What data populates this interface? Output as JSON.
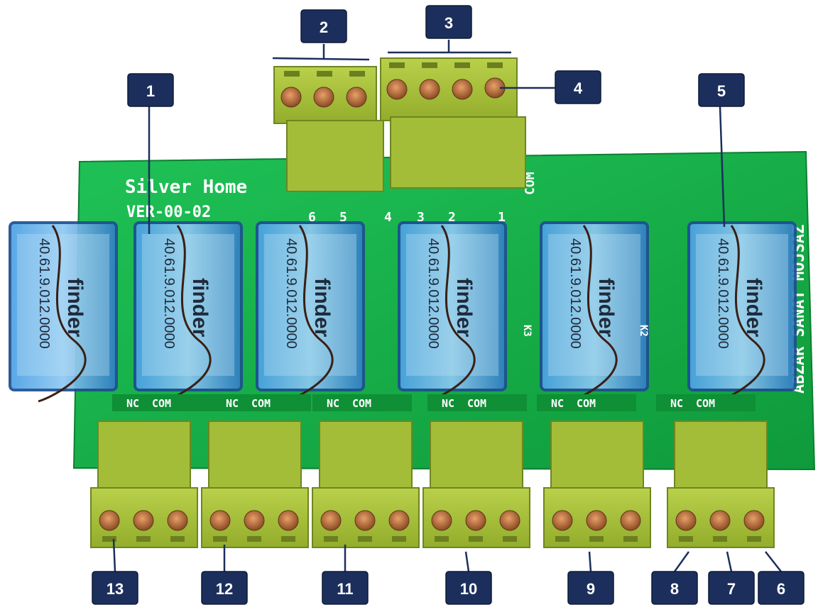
{
  "board": {
    "brand_text": "Silver Home",
    "model_text": "VER-00-02",
    "side_text": "ABZAR SANAT MOJSAZ",
    "com_text": "COM",
    "top_pin_numbers": [
      "6",
      "5",
      "4",
      "3",
      "2",
      "1"
    ],
    "relay_contact_labels": [
      "NC",
      "COM"
    ],
    "relay_designators": [
      "K3",
      "K2"
    ]
  },
  "relay": {
    "brand": "finder",
    "code": "40.61.9.012.0000"
  },
  "callouts": [
    "1",
    "2",
    "3",
    "4",
    "5",
    "6",
    "7",
    "8",
    "9",
    "10",
    "11",
    "12",
    "13"
  ],
  "colors": {
    "pcb": "#17b34a",
    "terminal": "#a9c23c",
    "relay_body": "#3c8fd6",
    "badge": "#1c2f5c"
  }
}
